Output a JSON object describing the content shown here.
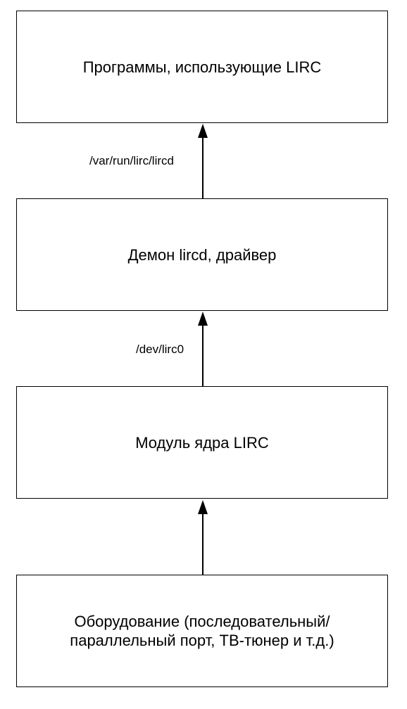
{
  "diagram": {
    "nodes": [
      {
        "id": "programs",
        "label": "Программы, использующие LIRC"
      },
      {
        "id": "daemon",
        "label": "Демон lircd, драйвер"
      },
      {
        "id": "kernel",
        "label": "Модуль ядра LIRC"
      },
      {
        "id": "hardware",
        "label": "Оборудование (последовательный/\nпараллельный порт, ТВ-тюнер и т.д.)"
      }
    ],
    "edges": [
      {
        "from": "daemon",
        "to": "programs",
        "label": "/var/run/lirc/lircd"
      },
      {
        "from": "kernel",
        "to": "daemon",
        "label": "/dev/lirc0"
      },
      {
        "from": "hardware",
        "to": "kernel",
        "label": ""
      }
    ]
  }
}
